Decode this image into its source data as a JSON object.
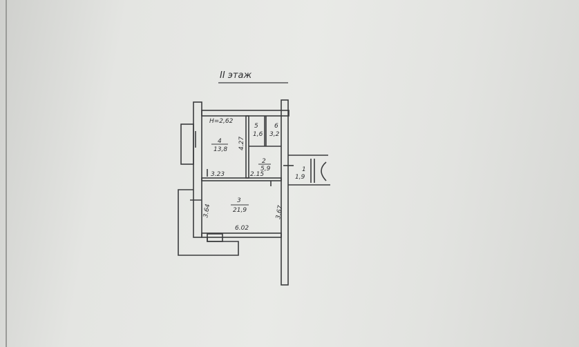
{
  "title": "II этаж",
  "ceiling_height": "H=2,62",
  "rooms": [
    {
      "number": "1",
      "area": "1,9"
    },
    {
      "number": "2",
      "area": "5,9"
    },
    {
      "number": "3",
      "area": "21,9"
    },
    {
      "number": "4",
      "area": "13,8"
    },
    {
      "number": "5",
      "area": "1,6"
    },
    {
      "number": "6",
      "area": "3,2"
    }
  ],
  "dimensions": {
    "room4_width": "3.23",
    "room4_depth": "4.27",
    "room2_width": "2.15",
    "room3_width": "6.02",
    "room3_left": "3.64",
    "room3_right": "3.67"
  },
  "colors": {
    "ink": "#3a3b3d",
    "paper": "#e6e7e4"
  }
}
